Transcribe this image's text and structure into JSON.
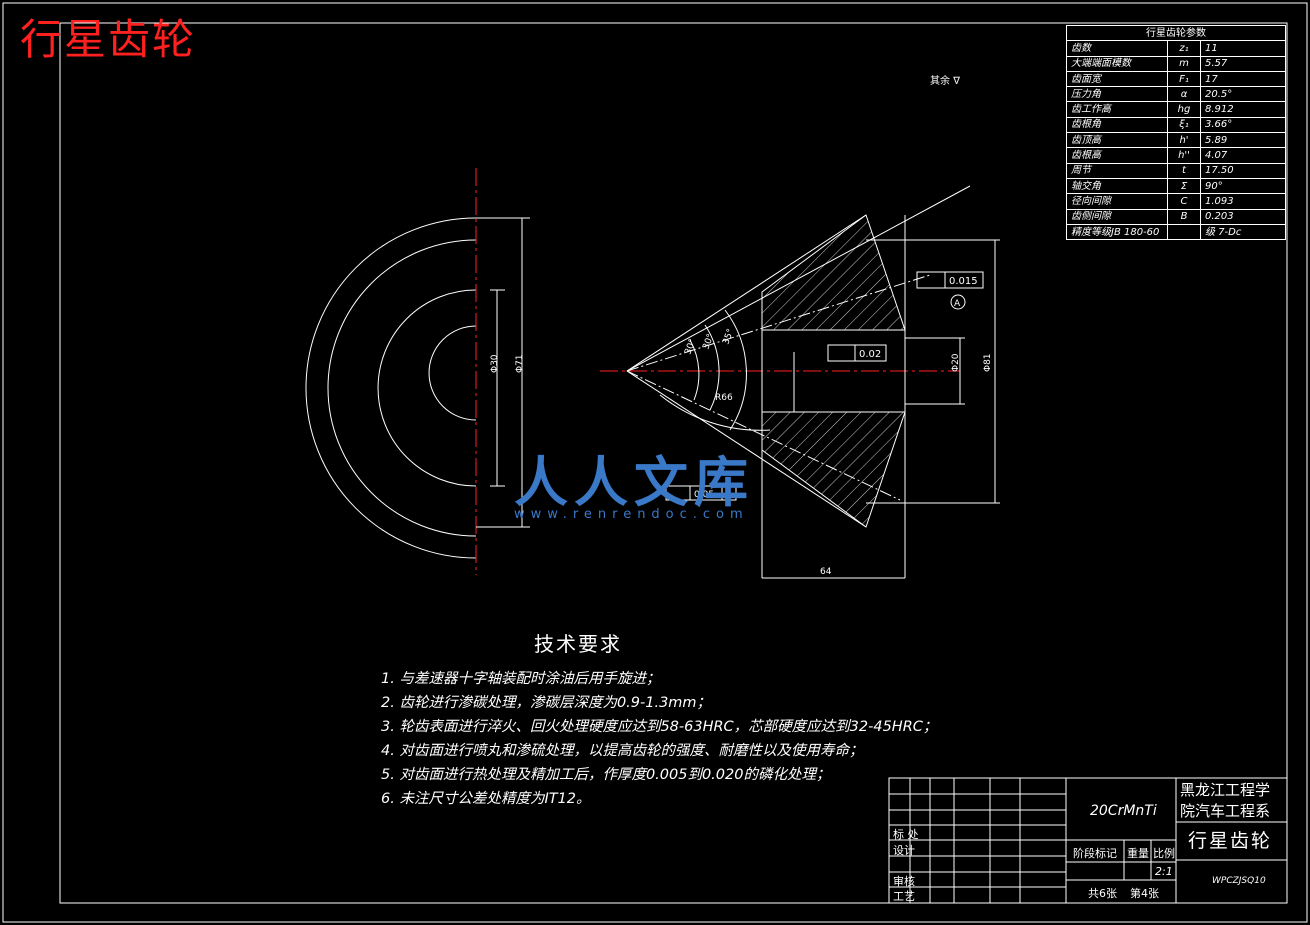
{
  "title": "行星齿轮",
  "params_table": {
    "header": "行星齿轮参数",
    "rows": [
      {
        "name": "齿数",
        "sym": "z₁",
        "val": "11"
      },
      {
        "name": "大端端面模数",
        "sym": "m",
        "val": "5.57"
      },
      {
        "name": "齿面宽",
        "sym": "F₁",
        "val": "17"
      },
      {
        "name": "压力角",
        "sym": "α",
        "val": "20.5°"
      },
      {
        "name": "齿工作高",
        "sym": "hg",
        "val": "8.912"
      },
      {
        "name": "齿根角",
        "sym": "ξ₁",
        "val": "3.66°"
      },
      {
        "name": "齿顶高",
        "sym": "h'",
        "val": "5.89"
      },
      {
        "name": "齿根高",
        "sym": "h''",
        "val": "4.07"
      },
      {
        "name": "周节",
        "sym": "t",
        "val": "17.50"
      },
      {
        "name": "轴交角",
        "sym": "Σ",
        "val": "90°"
      },
      {
        "name": "径向间隙",
        "sym": "C",
        "val": "1.093"
      },
      {
        "name": "齿侧间隙",
        "sym": "B",
        "val": "0.203"
      },
      {
        "name": "精度等级JB 180-60",
        "sym": "",
        "val": "级 7-Dc"
      }
    ]
  },
  "roughness_note": "其余",
  "drawing": {
    "dim_tol1": "0.015",
    "dim_tol2": "0.02",
    "dim_tol3": "0.05",
    "datum": "A",
    "dim_64": "64",
    "dim_r": "R66",
    "dim_d30": "Φ30",
    "dim_d71": "Φ71",
    "dim_d81": "Φ81",
    "dim_d20": "Φ20",
    "angle1": "30°",
    "angle2": "30°",
    "angle3": "35°"
  },
  "tech": {
    "title": "技术要求",
    "items": [
      "1. 与差速器十字轴装配时涂油后用手旋进；",
      "2. 齿轮进行渗碳处理，渗碳层深度为0.9-1.3mm；",
      "3. 轮齿表面进行淬火、回火处理硬度应达到58-63HRC，芯部硬度应达到32-45HRC；",
      "4. 对齿面进行喷丸和渗硫处理，以提高齿轮的强度、耐磨性以及使用寿命；",
      "5. 对齿面进行热处理及精加工后，作厚度0.005到0.020的磷化处理；",
      "6. 未注尺寸公差处精度为IT12。"
    ]
  },
  "title_block": {
    "material": "20CrMnTi",
    "school": "黑龙江工程学院汽车工程系",
    "part_name": "行星齿轮",
    "stage_mark": "阶段标记",
    "weight": "重量",
    "scale_label": "比例",
    "scale": "2:1",
    "total_sheets": "共6张",
    "sheet_no": "第4张",
    "drawing_no": "WPCZJSQ10",
    "mark": "标 处",
    "designer": "设计",
    "checker": "审核",
    "process": "工艺"
  },
  "watermark": {
    "text": "人人文库",
    "url": "www.renrendoc.com"
  }
}
